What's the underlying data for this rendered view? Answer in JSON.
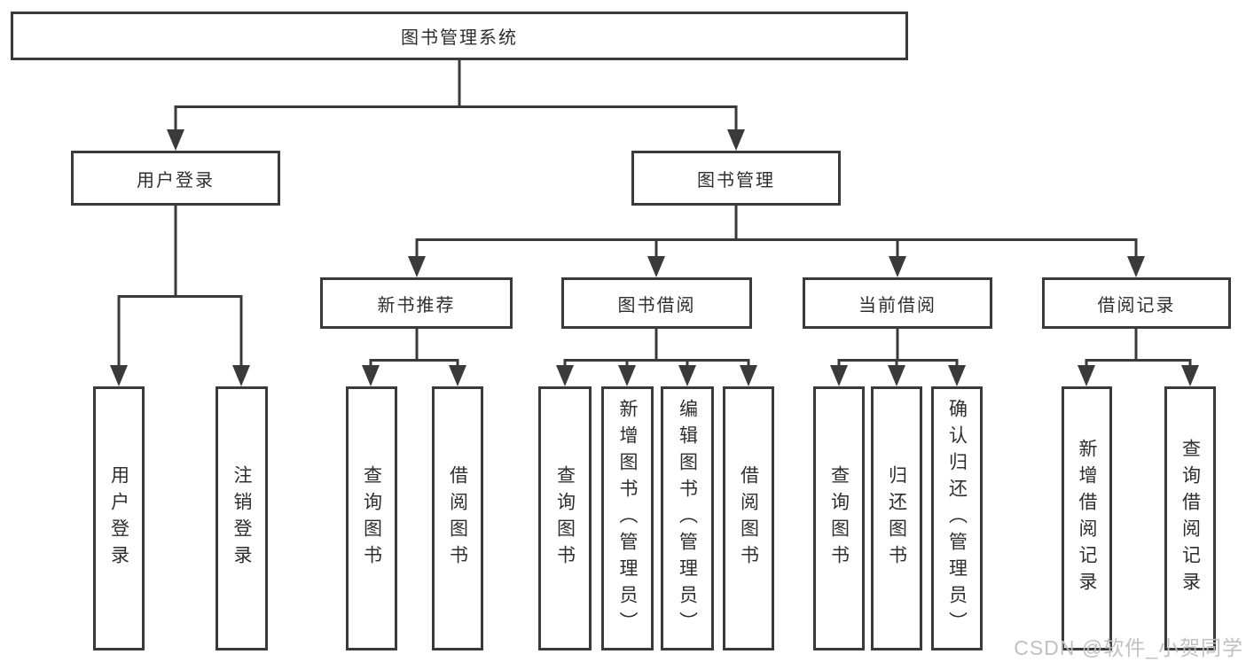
{
  "diagram": {
    "tree": {
      "label": "图书管理系统",
      "children": [
        {
          "label": "用户登录",
          "children": [
            {
              "label": "用户登录"
            },
            {
              "label": "注销登录"
            }
          ]
        },
        {
          "label": "图书管理",
          "children": [
            {
              "label": "新书推荐",
              "children": [
                {
                  "label": "查询图书"
                },
                {
                  "label": "借阅图书"
                }
              ]
            },
            {
              "label": "图书借阅",
              "children": [
                {
                  "label": "查询图书"
                },
                {
                  "label": "新增图书（管理员）"
                },
                {
                  "label": "编辑图书（管理员）"
                },
                {
                  "label": "借阅图书"
                }
              ]
            },
            {
              "label": "当前借阅",
              "children": [
                {
                  "label": "查询图书"
                },
                {
                  "label": "归还图书"
                },
                {
                  "label": "确认归还（管理员）"
                }
              ]
            },
            {
              "label": "借阅记录",
              "children": [
                {
                  "label": "新增借阅记录"
                },
                {
                  "label": "查询借阅记录"
                }
              ]
            }
          ]
        }
      ]
    },
    "colors": {
      "line": "#3a3a3a",
      "text": "#2e2e2e",
      "background": "#ffffff",
      "watermark": "#bdbdbd"
    }
  },
  "watermark": {
    "text": "CSDN @软件_小贺同学"
  }
}
